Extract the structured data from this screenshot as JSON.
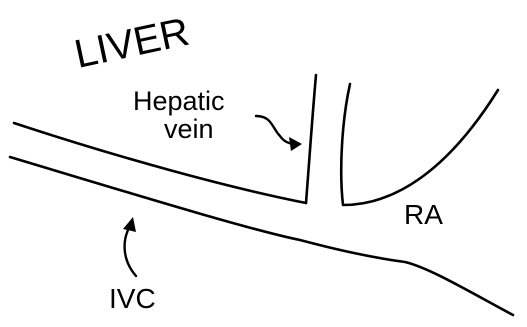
{
  "labels": {
    "organ": "LIVER",
    "hepatic_vein_line1": "Hepatic",
    "hepatic_vein_line2": "vein",
    "ivc": "IVC",
    "right_atrium": "RA"
  },
  "colors": {
    "line": "#000000",
    "background": "#ffffff"
  }
}
